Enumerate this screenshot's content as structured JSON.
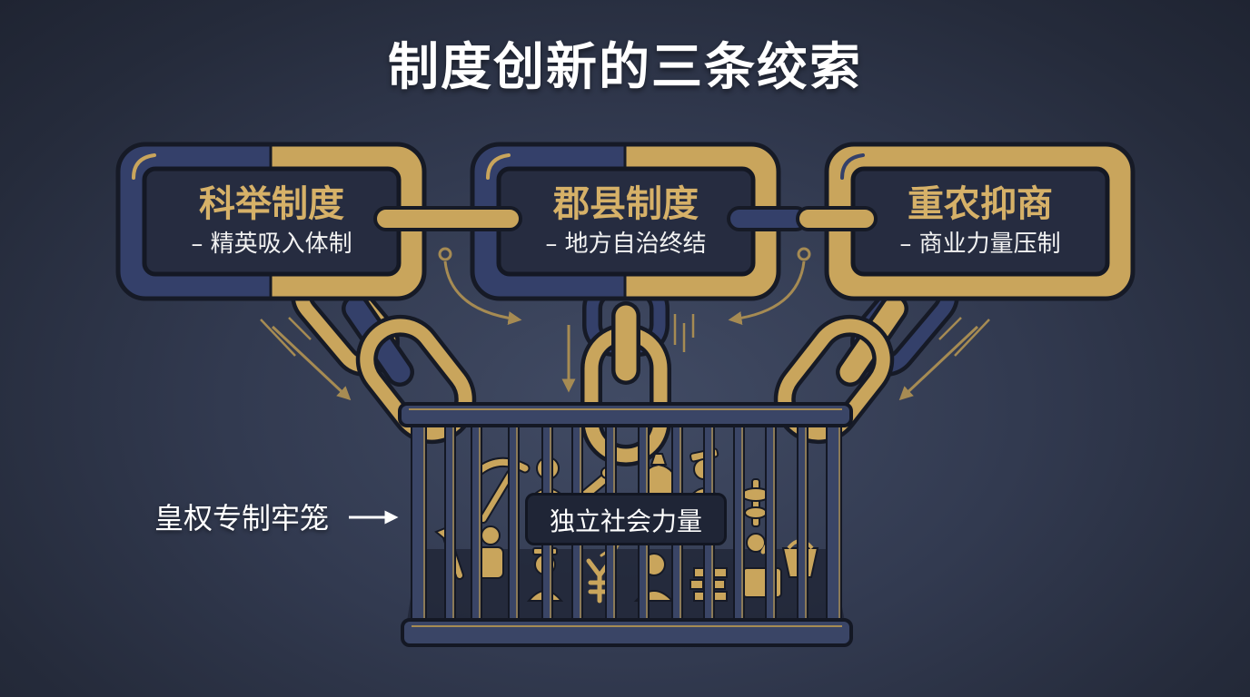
{
  "title": "制度创新的三条绞索",
  "links": [
    {
      "title": "科举制度",
      "subtitle": "– 精英吸入体制"
    },
    {
      "title": "郡县制度",
      "subtitle": "– 地方自治终结"
    },
    {
      "title": "重农抑商",
      "subtitle": "– 商业力量压制"
    }
  ],
  "cage": {
    "label": "皇权专制牢笼",
    "inner_label": "独立社会力量",
    "icons": [
      "pickaxe-icon",
      "person-icon",
      "tool-icon",
      "money-bag-icon",
      "worker-hat-icon",
      "abacus-icon",
      "shovel-icon",
      "speaker-icon",
      "scholar-icon",
      "yen-icon",
      "person-icon",
      "bricks-icon",
      "teacher-icon",
      "basket-icon"
    ]
  },
  "colors": {
    "background": "#2e3548",
    "gold": "#c9a55c",
    "navy": "#34406a",
    "panel": "#262c40",
    "text": "#ffffff"
  }
}
